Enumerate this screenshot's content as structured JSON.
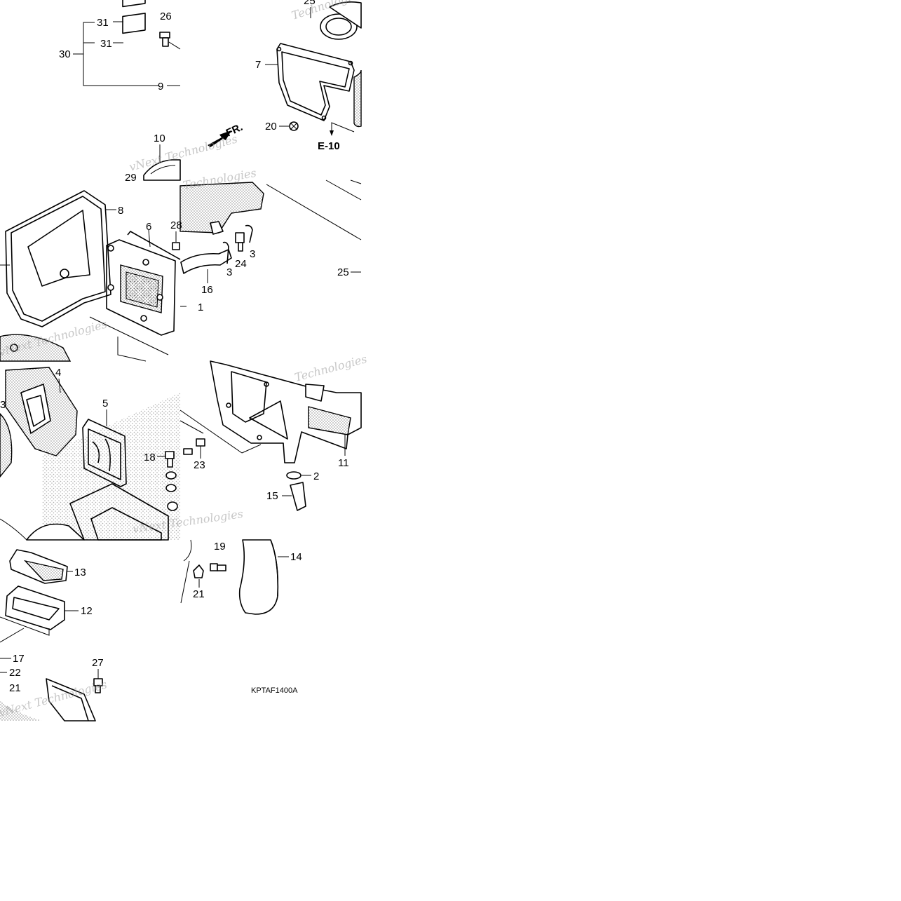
{
  "labels": {
    "p1": "1",
    "p2": "2",
    "p3a": "3",
    "p3b": "3",
    "p4": "4",
    "p5": "5",
    "p6": "6",
    "p7": "7",
    "p8": "8",
    "p9": "9",
    "p10": "10",
    "p11": "11",
    "p12": "12",
    "p13": "13",
    "p14": "14",
    "p15": "15",
    "p16": "16",
    "p17": "17",
    "p18": "18",
    "p19": "19",
    "p20": "20",
    "p21a": "21",
    "p21b": "21",
    "p22": "22",
    "p23": "23",
    "p24": "24",
    "p25a": "25",
    "p25b": "25",
    "p26": "26",
    "p27": "27",
    "p28": "28",
    "p29": "29",
    "p30": "30",
    "p31a": "31",
    "p31b": "31",
    "p3c": "3"
  },
  "reference": "E-10",
  "front_arrow": "FR.",
  "diagram_code": "KPTAF1400A",
  "watermarks": [
    "vNext Technologies",
    "Technologies"
  ],
  "colors": {
    "ink": "#000000",
    "paper": "#ffffff",
    "watermark": "#9a9a9a"
  }
}
